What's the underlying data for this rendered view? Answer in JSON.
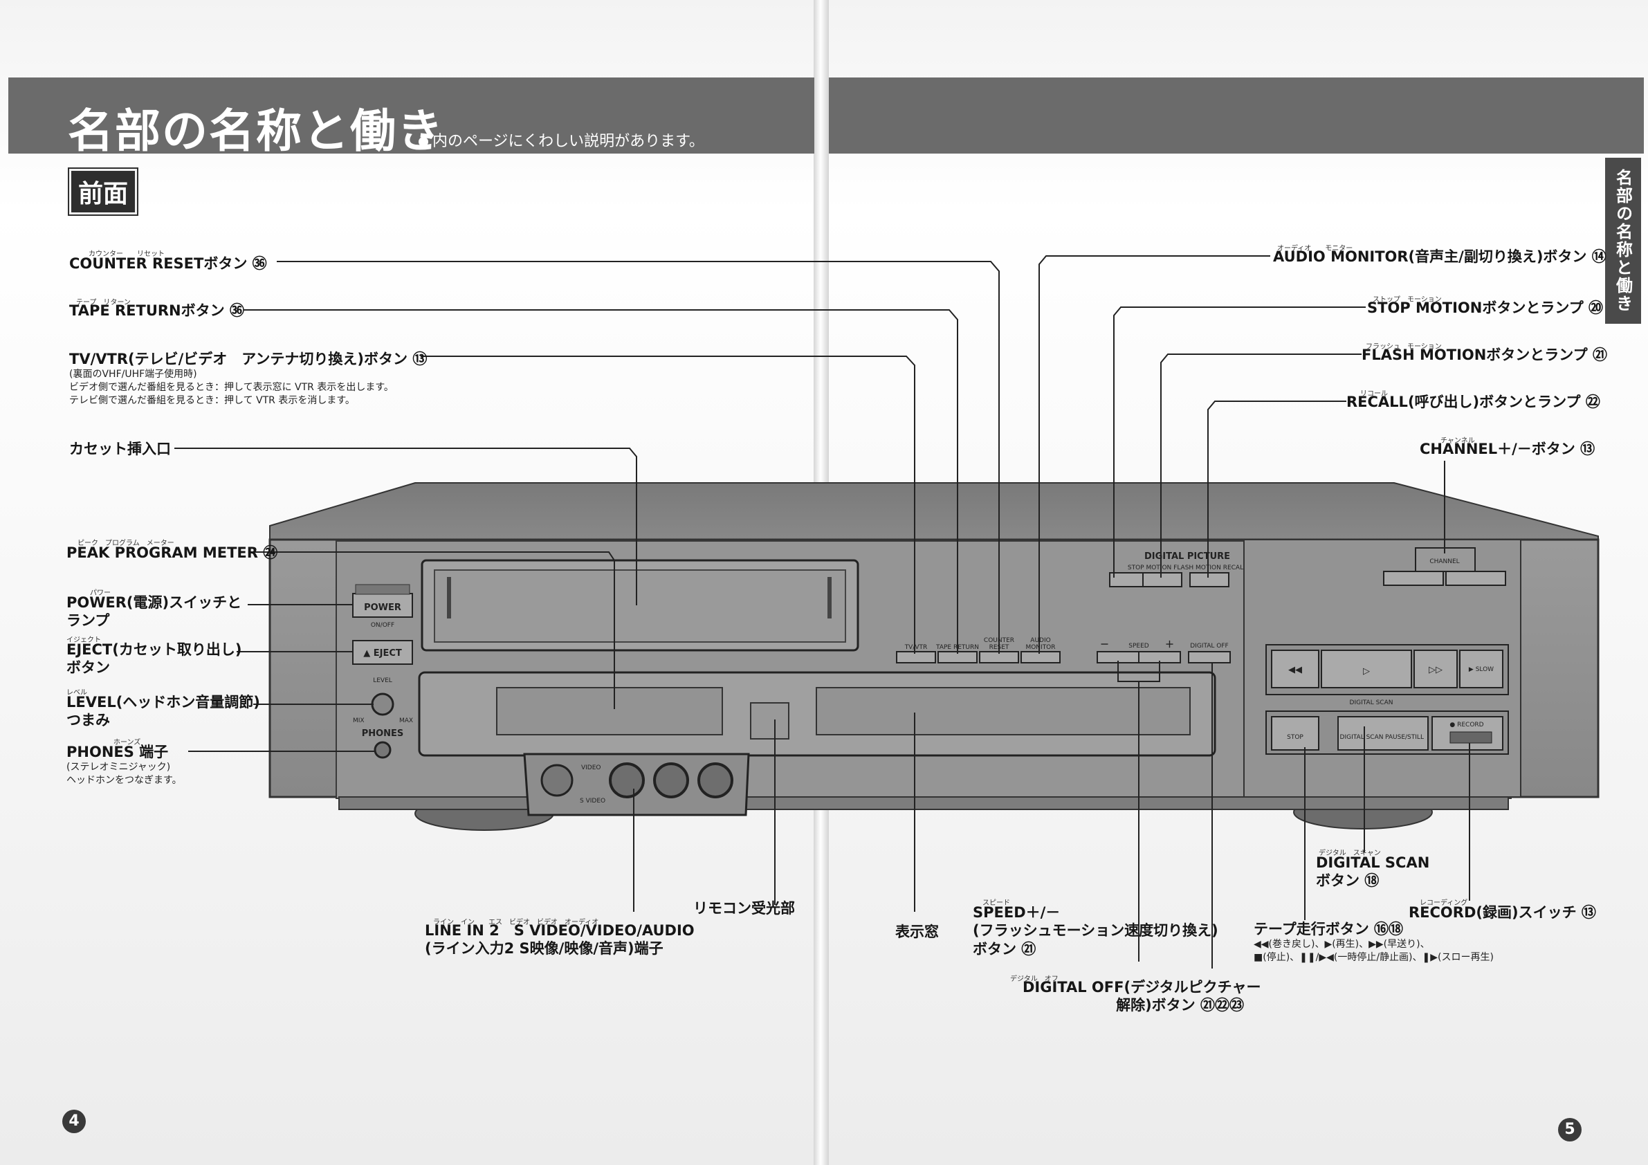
{
  "header": {
    "title": "名部の名称と働き",
    "subtitle": "内のページにくわしい説明があります。",
    "section_label": "前面",
    "side_tab": "名部の名称と働き"
  },
  "left_labels": {
    "counter_reset": "COUNTER RESETボタン ㊱",
    "counter_reset_ruby": "カウンター　　リセット",
    "tape_return": "TAPE RETURNボタン ㊱",
    "tape_return_ruby": "テープ　リターン",
    "tv_vtr": "TV/VTR(テレビ/ビデオ　アンテナ切り換え)ボタン ⑬",
    "tv_vtr_note": [
      "(裏面のVHF/UHF端子使用時)",
      "ビデオ側で選んだ番組を見るとき：押して表示窓に VTR 表示を出します。",
      "テレビ側で選んだ番組を見るとき：押して VTR 表示を消します。"
    ],
    "cassette_slot": "カセット挿入口",
    "peak_meter": "PEAK PROGRAM METER ㉔",
    "peak_meter_ruby": "ピーク　プログラム　メーター",
    "power": [
      "POWER(電源)スイッチと",
      "ランプ"
    ],
    "power_ruby": "パワー",
    "eject": [
      "EJECT(カセット取り出し)",
      "ボタン"
    ],
    "eject_ruby": "イジェクト",
    "level": [
      "LEVEL(ヘッドホン音量調節)",
      "つまみ"
    ],
    "level_ruby": "レベル",
    "phones": "PHONES 端子",
    "phones_ruby": "ホーンズ",
    "phones_note": [
      "(ステレオミニジャック)",
      "ヘッドホンをつなぎます。"
    ]
  },
  "right_labels": {
    "audio_monitor": "AUDIO MONITOR(音声主/副切り換え)ボタン ⑭",
    "audio_monitor_ruby": "オーディオ　　モニター",
    "stop_motion": "STOP MOTIONボタンとランプ ⑳",
    "stop_motion_ruby": "ストップ　モーション",
    "flash_motion": "FLASH MOTIONボタンとランプ ㉑",
    "flash_motion_ruby": "フラッシュ　モーション",
    "recall": "RECALL(呼び出し)ボタンとランプ ㉒",
    "recall_ruby": "リコール",
    "channel": "CHANNEL＋/－ボタン ⑬",
    "channel_ruby": "チャンネル"
  },
  "bottom_labels": {
    "line_in": [
      "LINE IN 2　S VIDEO/VIDEO/AUDIO",
      "(ライン入力2 S映像/映像/音声)端子"
    ],
    "line_in_ruby": "ライン　イン　　エス　ビデオ　ビデオ　オーディオ",
    "remote": "リモコン受光部",
    "display": "表示窓",
    "speed": [
      "SPEED＋/－",
      "(フラッシュモーション速度切り換え)",
      "ボタン ㉑"
    ],
    "speed_ruby": "スピード",
    "digital_off": [
      "DIGITAL OFF(デジタルピクチャー",
      "解除)ボタン ㉑㉒㉓"
    ],
    "digital_off_ruby": "デジタル　オフ",
    "digital_scan": [
      "DIGITAL SCAN",
      "ボタン ⑱"
    ],
    "digital_scan_ruby": "デジタル　スキャン",
    "record": "RECORD(録画)スイッチ ⑬",
    "record_ruby": "レコーディング",
    "tape_buttons": "テープ走行ボタン ⑯⑱",
    "tape_buttons_note": [
      "◀◀(巻き戻し)、▶(再生)、▶▶(早送り)、",
      "■(停止)、❚❚/▶◀(一時停止/静止画)、❚▶(スロー再生)"
    ]
  },
  "device": {
    "power_btn": "POWER",
    "on_off": "ON/OFF",
    "eject_btn": "▲ EJECT",
    "level": "LEVEL",
    "mix": "MIX",
    "max": "MAX",
    "phones": "PHONES",
    "video": "VIDEO",
    "s_video": "S VIDEO",
    "tv_vtr": "TV/VTR",
    "tape_return": "TAPE RETURN",
    "counter_reset": [
      "COUNTER",
      "RESET"
    ],
    "audio_monitor": [
      "AUDIO",
      "MONITOR"
    ],
    "minus": "－",
    "speed": "SPEED",
    "plus": "＋",
    "digital_off": "DIGITAL OFF",
    "digital_picture": "DIGITAL PICTURE",
    "dp_buttons": "STOP MOTION FLASH MOTION RECALL",
    "channel": "CHANNEL",
    "slow": "▶ SLOW",
    "digital_scan": "DIGITAL SCAN",
    "stop": "STOP",
    "digital_scan_btn": "DIGITAL SCAN",
    "pause_still": "PAUSE/STILL",
    "record": "● RECORD"
  },
  "page_numbers": {
    "left": "4",
    "right": "5"
  }
}
